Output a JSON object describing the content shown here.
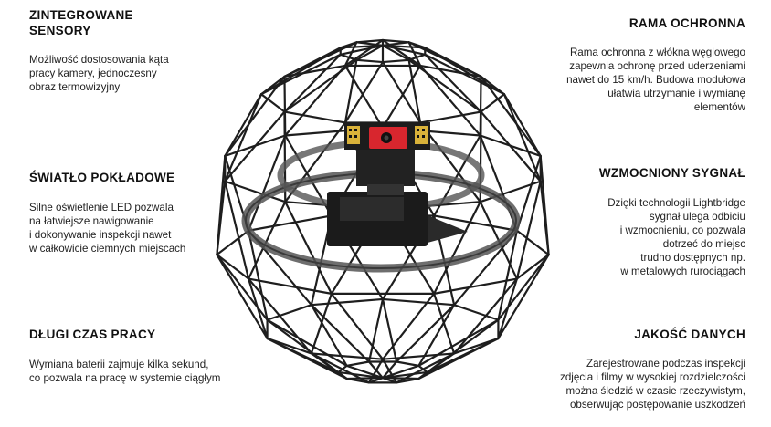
{
  "features": {
    "sensors": {
      "title": [
        "ZINTEGROWANE",
        "SENSORY"
      ],
      "lines": [
        "Możliwość dostosowania kąta",
        "pracy kamery, jednoczesny",
        "obraz termowizyjny"
      ]
    },
    "light": {
      "title": [
        "ŚWIATŁO POKŁADOWE"
      ],
      "lines": [
        "Silne oświetlenie LED pozwala",
        "na łatwiejsze nawigowanie",
        "i dokonywanie inspekcji nawet",
        "w całkowicie ciemnych miejscach"
      ]
    },
    "flight_time": {
      "title": [
        "DŁUGI CZAS PRACY"
      ],
      "lines": [
        "Wymiana baterii zajmuje kilka sekund,",
        "co pozwala na pracę w systemie ciągłym"
      ]
    },
    "frame": {
      "title": [
        "RAMA OCHRONNA"
      ],
      "lines": [
        "Rama ochronna z włókna węglowego",
        "zapewnia ochronę przed uderzeniami",
        "nawet do 15 km/h. Budowa modułowa",
        "ułatwia utrzymanie i wymianę",
        "elementów"
      ]
    },
    "signal": {
      "title": [
        "WZMOCNIONY SYGNAŁ"
      ],
      "lines": [
        "Dzięki technologii Lightbridge",
        "sygnał ulega odbiciu",
        "i wzmocnieniu, co pozwala",
        "dotrzeć do miejsc",
        "trudno dostępnych np.",
        "w metalowych rurociągach"
      ]
    },
    "data_quality": {
      "title": [
        "JAKOŚĆ DANYCH"
      ],
      "lines": [
        "Zarejestrowane podczas inspekcji",
        "zdjęcia i filmy w wysokiej rozdzielczości",
        "można śledzić w czasie rzeczywistym,",
        "obserwując postępowanie uszkodzeń"
      ]
    }
  },
  "colors": {
    "frame": "#1e1e1e",
    "ring": "#4a4a4a",
    "camera": "#d8262e",
    "accent": "#d9b23a"
  }
}
